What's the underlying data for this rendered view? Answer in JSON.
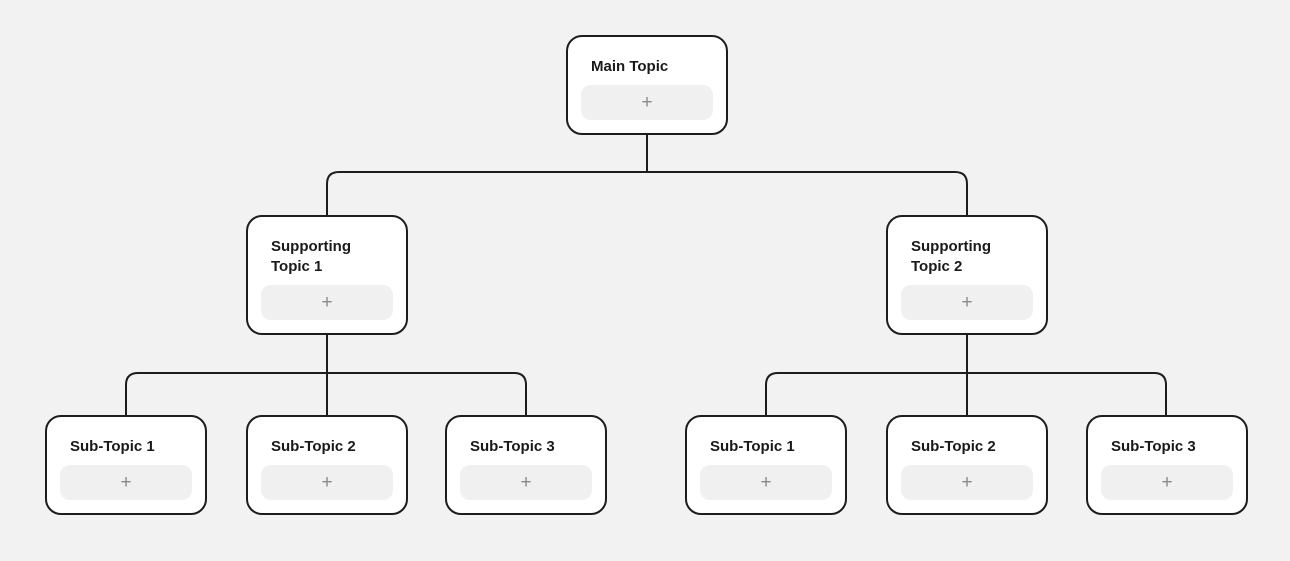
{
  "colors": {
    "canvas_bg": "#f2f2f3",
    "node_bg": "#ffffff",
    "node_border": "#1d1d1f",
    "connector": "#1d1d1f",
    "button_bg": "#f0f0f1",
    "plus": "#8a8a8a",
    "title": "#1a1a1a"
  },
  "icons": {
    "plus": "+"
  },
  "tree": {
    "root": {
      "label": "Main Topic"
    },
    "branches": [
      {
        "label": "Supporting Topic 1",
        "children": [
          {
            "label": "Sub-Topic 1"
          },
          {
            "label": "Sub-Topic 2"
          },
          {
            "label": "Sub-Topic 3"
          }
        ]
      },
      {
        "label": "Supporting Topic 2",
        "children": [
          {
            "label": "Sub-Topic 1"
          },
          {
            "label": "Sub-Topic 2"
          },
          {
            "label": "Sub-Topic 3"
          }
        ]
      }
    ]
  }
}
